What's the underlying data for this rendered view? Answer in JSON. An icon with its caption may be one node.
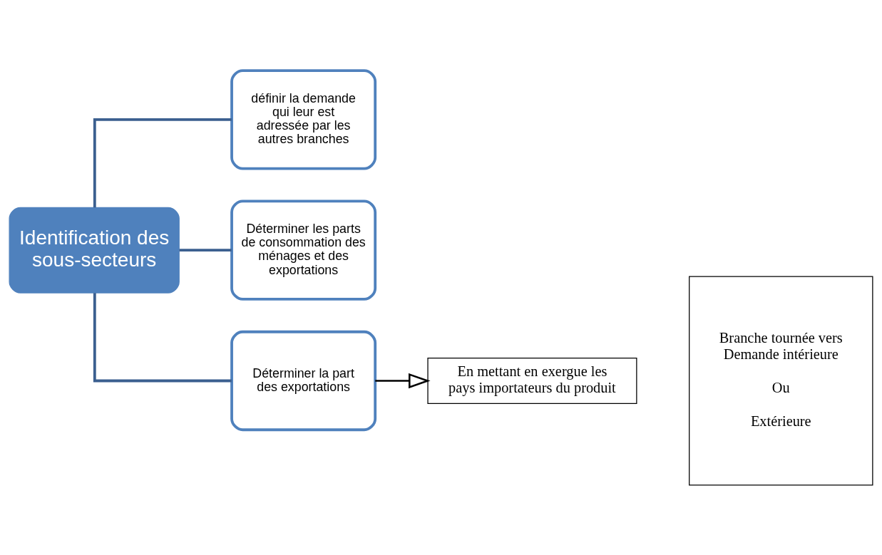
{
  "diagram": {
    "nodes": [
      {
        "text": [
          "Identification des sous-secteurs"
        ]
      },
      {
        "text": [
          "définir la demande qui leur est adressée par les autres branches"
        ]
      },
      {
        "text": [
          "Déterminer les parts de consommation des ménages et des exportations"
        ]
      },
      {
        "text": [
          "Déterminer la part des exportations"
        ]
      },
      {
        "text": [
          "En mettant en exergue les pays importateurs du produit"
        ]
      },
      {
        "text": [
          "Branche tournée vers Demande intérieure",
          "Ou",
          "Extérieure"
        ]
      }
    ],
    "edges": [
      {
        "from": 0,
        "to": 1,
        "arrow": "none"
      },
      {
        "from": 0,
        "to": 2,
        "arrow": "none"
      },
      {
        "from": 0,
        "to": 3,
        "arrow": "none"
      },
      {
        "from": 3,
        "to": 4,
        "arrow": "to",
        "color": "#000000"
      }
    ]
  }
}
